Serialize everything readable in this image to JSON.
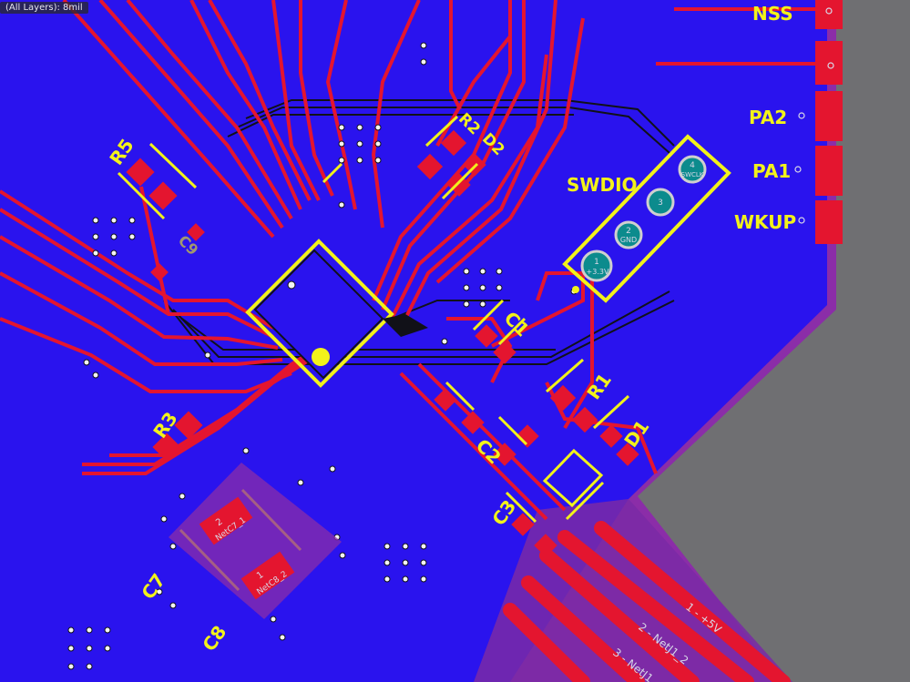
{
  "status_overlay": {
    "layer_info": "(All Layers): 8mil"
  },
  "designators": {
    "nss": "NSS",
    "pa2": "PA2",
    "pa1": "PA1",
    "wkup": "WKUP",
    "swdio": "SWDIO",
    "r5": "R5",
    "r2": "R2",
    "d2": "D2",
    "r3": "R3",
    "r1": "R1",
    "d1": "D1",
    "c1": "C1",
    "c2": "C2",
    "c3": "C3",
    "c7": "C7",
    "c8": "C8",
    "c9": "C9"
  },
  "pad_labels": {
    "swd_pin1_num": "1",
    "swd_pin1_net": "+3.3V",
    "swd_pin2_num": "2",
    "swd_pin2_net": "GND",
    "swd_pin3_num": "3",
    "swd_pin4_num": "4",
    "swd_pin4_net": "SWCLK",
    "c7_pin_num": "2",
    "c7_pin_net": "NetC7_1",
    "c8_pin_num": "1",
    "c8_pin_net": "NetC8_2",
    "conn_pin1": "1 - +5V",
    "conn_pin2": "2 - NetJ1_2",
    "conn_pin3": "3 - NetJ1"
  },
  "colors": {
    "board_blue": "#2a13ee",
    "copper_red": "#e4152f",
    "silk_yellow": "#f2f21a",
    "keepout_purple": "#9a2fb5",
    "outline_black": "#111118",
    "background_gray": "#6f6f72"
  }
}
